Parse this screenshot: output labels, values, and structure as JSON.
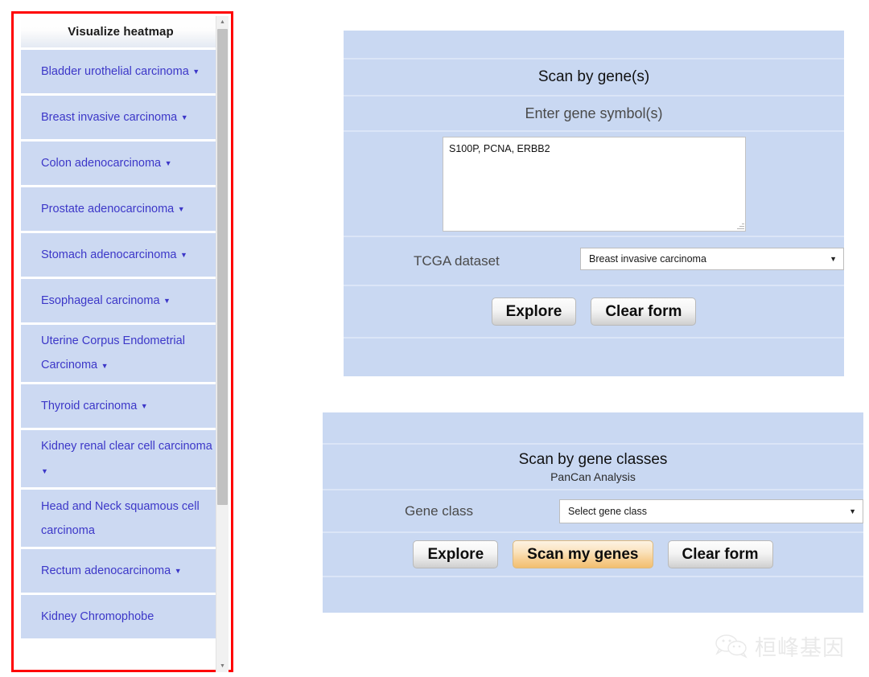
{
  "sidebar": {
    "header": "Visualize heatmap",
    "caret_glyph": "▼",
    "items": [
      {
        "label": "Bladder urothelial carcinoma",
        "caret": true,
        "tall": false
      },
      {
        "label": "Breast invasive carcinoma",
        "caret": true,
        "tall": false
      },
      {
        "label": "Colon adenocarcinoma",
        "caret": true,
        "tall": false
      },
      {
        "label": "Prostate adenocarcinoma",
        "caret": true,
        "tall": false
      },
      {
        "label": "Stomach adenocarcinoma",
        "caret": true,
        "tall": false
      },
      {
        "label": "Esophageal carcinoma",
        "caret": true,
        "tall": false
      },
      {
        "label": "Uterine Corpus Endometrial Carcinoma",
        "caret": true,
        "tall": true
      },
      {
        "label": "Thyroid carcinoma",
        "caret": true,
        "tall": false
      },
      {
        "label": "Kidney renal clear cell carcinoma",
        "caret": true,
        "tall": true
      },
      {
        "label": "Head and Neck squamous cell carcinoma",
        "caret": false,
        "tall": true
      },
      {
        "label": "Rectum adenocarcinoma",
        "caret": true,
        "tall": false
      },
      {
        "label": "Kidney Chromophobe",
        "caret": false,
        "tall": false
      }
    ],
    "scrollbar": {
      "up_glyph": "▲",
      "down_glyph": "▼"
    }
  },
  "scan_by_genes": {
    "title": "Scan by gene(s)",
    "gene_input_label": "Enter gene symbol(s)",
    "gene_input_value": "S100P, PCNA, ERBB2",
    "gene_input_placeholder": "",
    "dataset_label": "TCGA dataset",
    "dataset_selected": "Breast invasive carcinoma",
    "dataset_arrow": "▼",
    "explore_label": "Explore",
    "clear_label": "Clear form"
  },
  "scan_by_gene_classes": {
    "title": "Scan by gene classes",
    "subtitle": "PanCan Analysis",
    "gene_class_label": "Gene class",
    "gene_class_selected": "Select gene class",
    "gene_class_arrow": "▼",
    "explore_label": "Explore",
    "scan_label": "Scan my genes",
    "clear_label": "Clear form"
  },
  "watermark": {
    "text": "桓峰基因"
  },
  "colors": {
    "panel_bg": "#c9d8f2",
    "panel_divider": "#dbe5f7",
    "sidebar_item_bg": "#ccd9f2",
    "sidebar_link": "#3c37c8",
    "highlight_outline": "#ff0000",
    "accent_button": "#f6cc8c"
  }
}
